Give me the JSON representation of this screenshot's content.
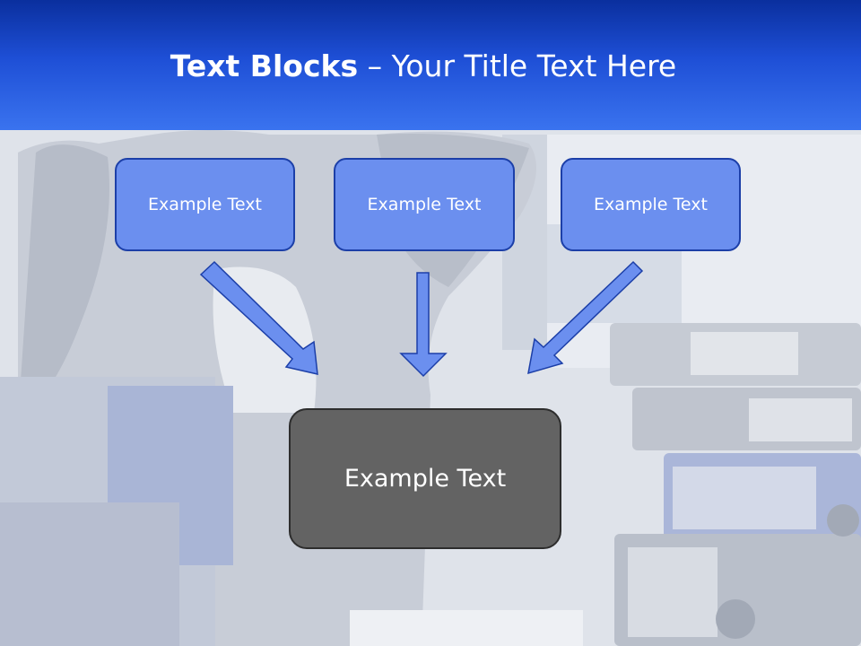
{
  "title": {
    "strong": "Text Blocks",
    "separator": " – ",
    "rest": "Your Title Text Here"
  },
  "blocks": [
    {
      "label": "Example Text"
    },
    {
      "label": "Example Text"
    },
    {
      "label": "Example Text"
    }
  ],
  "result": {
    "label": "Example Text"
  },
  "colors": {
    "header_top": "#0a2f9e",
    "header_bottom": "#3a73ef",
    "block_fill": "#6b8fef",
    "block_border": "#1c3fa8",
    "arrow_fill": "#6b8fef",
    "result_fill": "#636363"
  }
}
